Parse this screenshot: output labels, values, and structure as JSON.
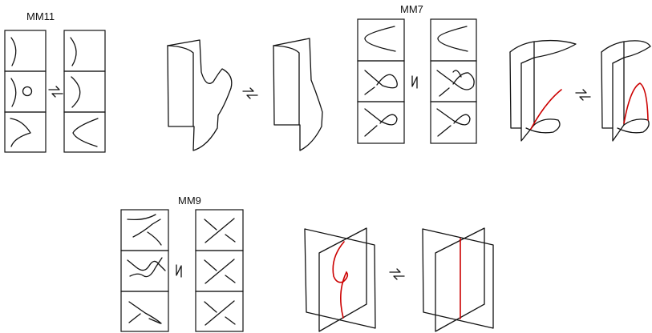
{
  "moves": {
    "mm11": {
      "label": "MM11"
    },
    "mm7": {
      "label": "MM7"
    },
    "mm9": {
      "label": "MM9"
    }
  },
  "arrow_symbol": "⇋",
  "colors": {
    "stroke": "#111111",
    "highlight": "#cc0000"
  }
}
